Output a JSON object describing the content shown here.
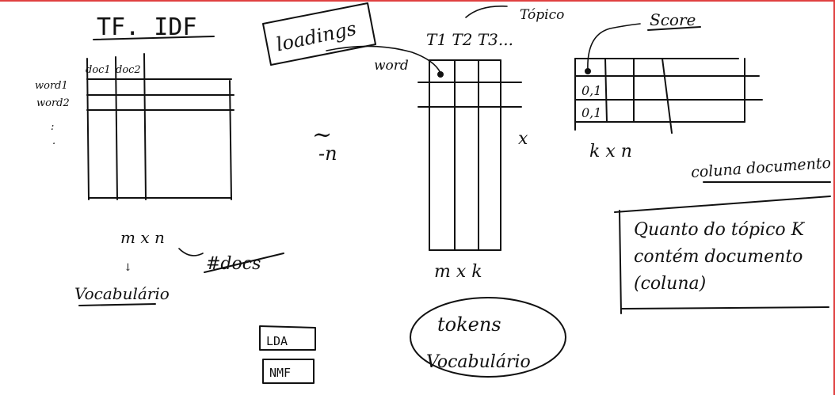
{
  "tfidf": {
    "title": "TF. IDF",
    "col_labels": [
      "doc1",
      "doc2"
    ],
    "row_labels": [
      "word1",
      "word2",
      ":",
      "."
    ],
    "dims": "m x n",
    "dims_arrow_label": "#docs",
    "below_label": "Vocabulário"
  },
  "middle": {
    "loadings": "loadings",
    "approx": "~",
    "topics_label": "Tópico",
    "topic_cols": "T1 T2 T3...",
    "word_label": "word",
    "dims": "m x k",
    "times": "x"
  },
  "right": {
    "score_label": "Score",
    "cells": [
      "0,1",
      "0,1"
    ],
    "dims": "k x n",
    "column_label": "coluna documento",
    "boxed_note": "Quanto do tópico K contém documento (coluna)"
  },
  "bottom": {
    "buttons": [
      "LDA",
      "NMF"
    ],
    "ellipse_lines": [
      "tokens",
      "Vocabulário"
    ]
  }
}
